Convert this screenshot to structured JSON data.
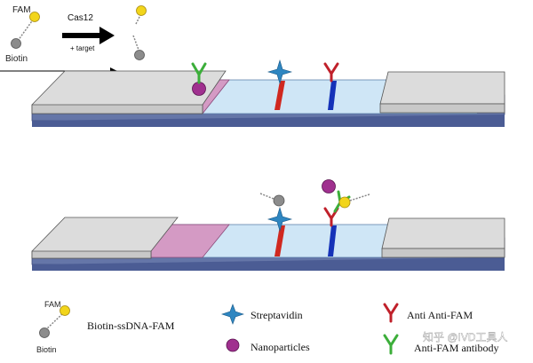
{
  "reaction": {
    "fam_label": "FAM",
    "biotin_label": "Biotin",
    "enzyme_label": "Cas12",
    "target_label": "+ target"
  },
  "legend": {
    "fam_label": "FAM",
    "biotin_label": "Biotin",
    "reporter_label": "Biotin-ssDNA-FAM",
    "streptavidin_label": "Streptavidin",
    "nanoparticles_label": "Nanoparticles",
    "anti_anti_fam_label": "Anti  Anti-FAM",
    "anti_fam_antibody_label": "Anti-FAM antibody"
  },
  "watermark": "知乎 @IVD工具人",
  "colors": {
    "fam_yellow": "#f2d51b",
    "biotin_gray": "#8c8c8c",
    "streptavidin_blue": "#2e86c1",
    "nanoparticle_purple": "#a0308f",
    "anti_anti_fam_red": "#c0202a",
    "anti_fam_green": "#3cae3a",
    "test_line_red": "#d0281f",
    "control_line_blue": "#1532b8",
    "membrane": "#cfe6f6",
    "conjugate_pad": "#d49ac4",
    "pad_gray": "#dcdcdc",
    "backing": "#6576a8"
  }
}
